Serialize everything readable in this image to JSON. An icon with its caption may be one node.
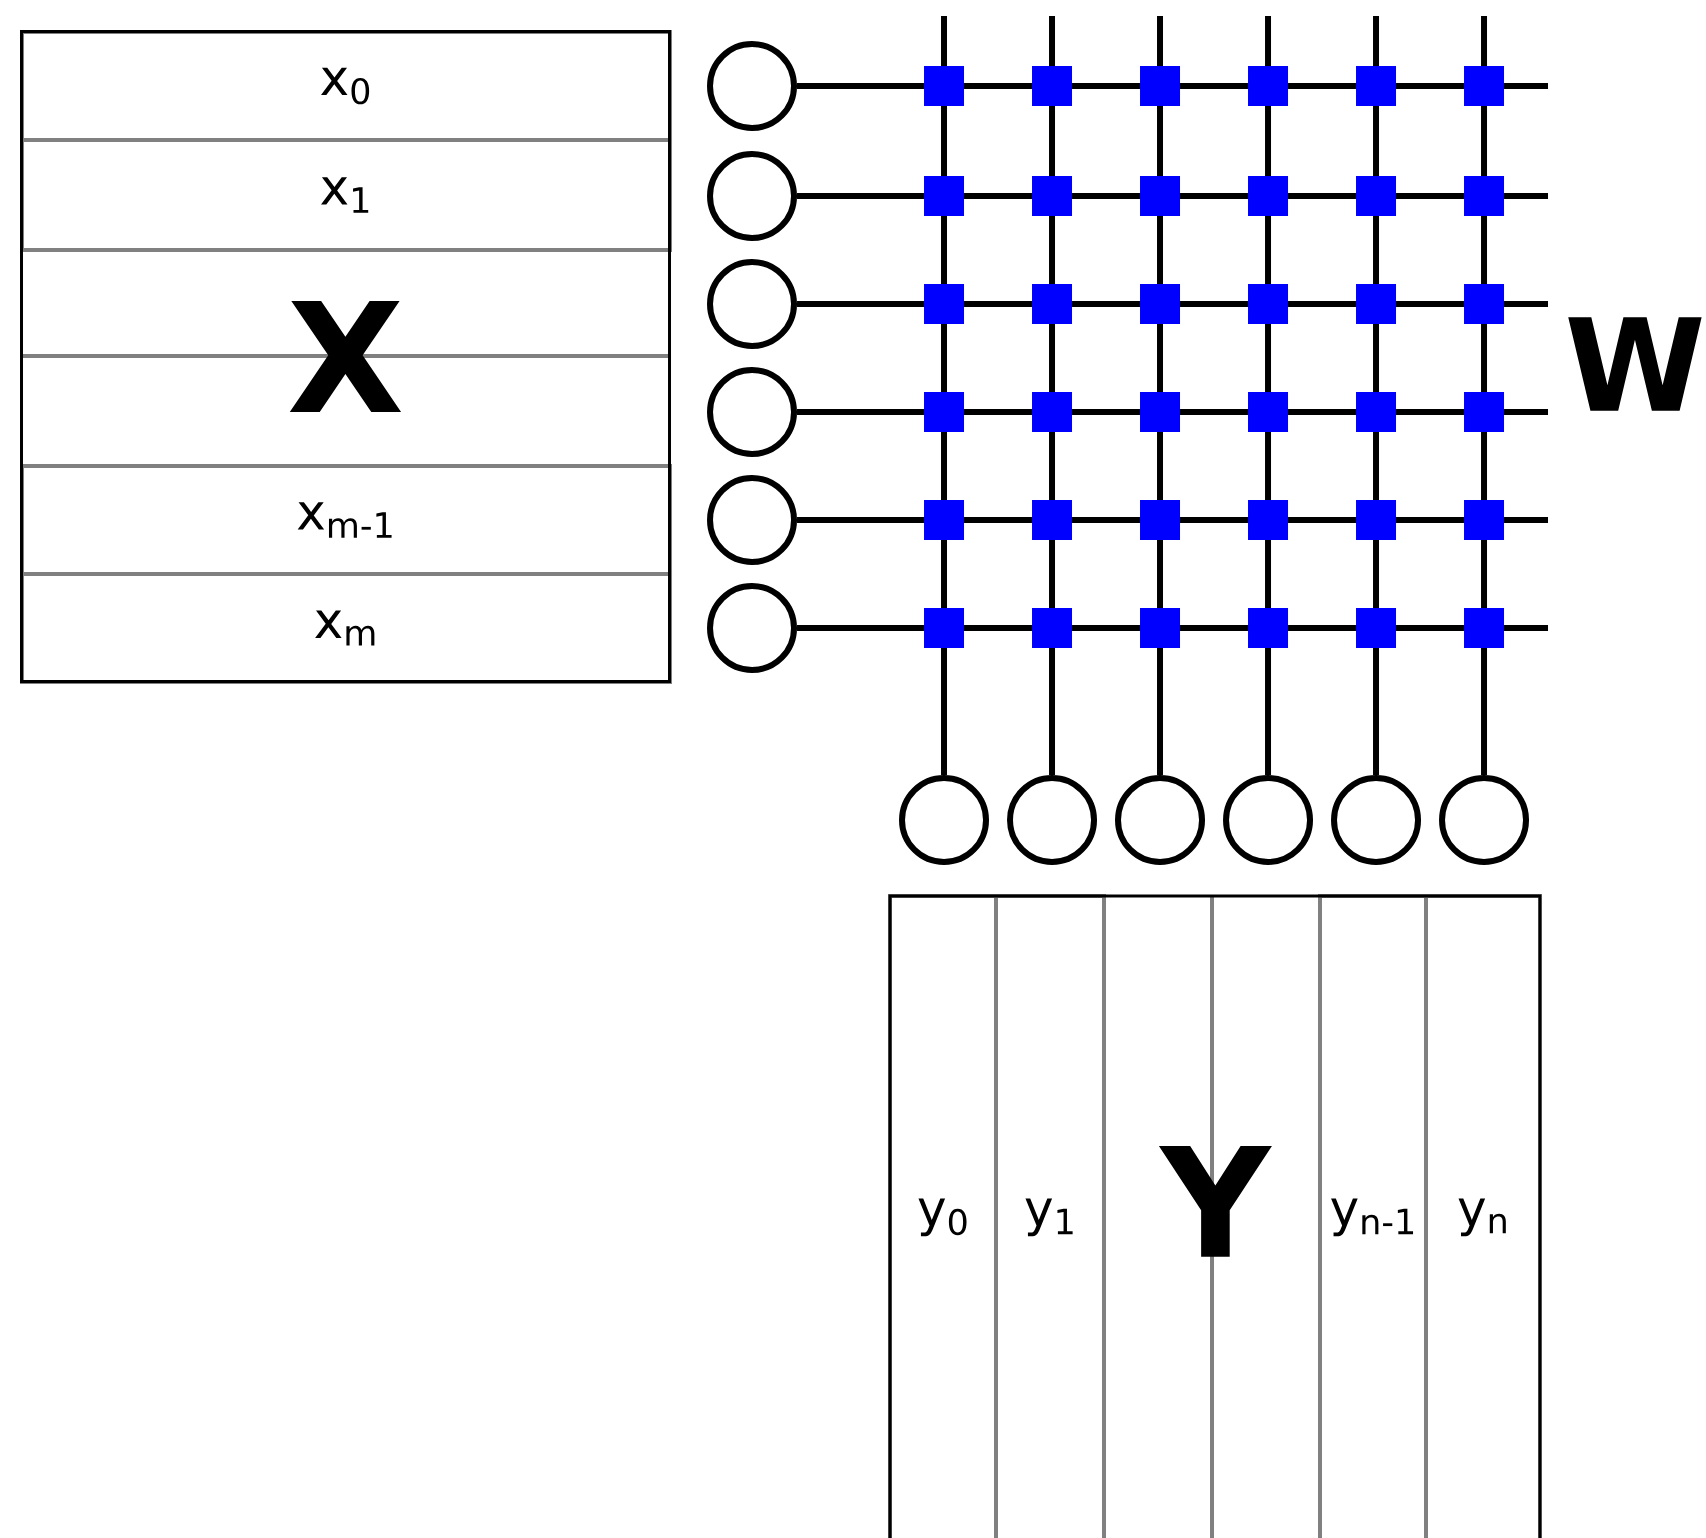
{
  "diagram": {
    "nodes": [
      {
        "text": [
          "X"
        ]
      },
      {
        "text": [
          "x$_{0}$"
        ],
        "in": 0
      },
      {
        "text": [
          "x$_{1}$"
        ],
        "in": 0
      },
      {
        "text": [
          "x$_{m-1}$"
        ],
        "in": 0
      },
      {
        "text": [
          "x$_{m}$"
        ],
        "in": 0
      },
      {
        "text": [],
        "shape": "circle"
      },
      {
        "text": [],
        "shape": "circle"
      },
      {
        "text": [],
        "shape": "circle"
      },
      {
        "text": [],
        "shape": "circle"
      },
      {
        "text": [],
        "shape": "circle"
      },
      {
        "text": [],
        "shape": "circle"
      },
      {
        "text": [],
        "shape": "circle"
      },
      {
        "text": [],
        "shape": "circle"
      },
      {
        "text": [],
        "shape": "circle"
      },
      {
        "text": [],
        "shape": "circle"
      },
      {
        "text": [],
        "shape": "circle"
      },
      {
        "text": [],
        "shape": "circle"
      },
      {
        "text": [
          "Y"
        ]
      },
      {
        "text": [
          "y$_{0}$"
        ],
        "in": 17
      },
      {
        "text": [
          "y$_{1}$"
        ],
        "in": 17
      },
      {
        "text": [
          "y$_{n-1}$"
        ],
        "in": 17
      },
      {
        "text": [
          "y$_{n}$"
        ],
        "in": 17
      }
    ],
    "edges": [
      {
        "from": 5,
        "to": null,
        "arrow": "none"
      },
      {
        "from": 6,
        "to": null,
        "arrow": "none"
      },
      {
        "from": 7,
        "to": null,
        "arrow": "none"
      },
      {
        "from": 8,
        "to": null,
        "arrow": "none"
      },
      {
        "from": 9,
        "to": null,
        "arrow": "none"
      },
      {
        "from": 10,
        "to": null,
        "arrow": "none"
      },
      {
        "from": null,
        "to": 11,
        "arrow": "none"
      },
      {
        "from": null,
        "to": 12,
        "arrow": "none"
      },
      {
        "from": null,
        "to": 13,
        "arrow": "none"
      },
      {
        "from": null,
        "to": 14,
        "arrow": "none"
      },
      {
        "from": null,
        "to": 15,
        "arrow": "none"
      },
      {
        "from": null,
        "to": 16,
        "arrow": "none"
      }
    ],
    "labels": [
      "W"
    ]
  }
}
